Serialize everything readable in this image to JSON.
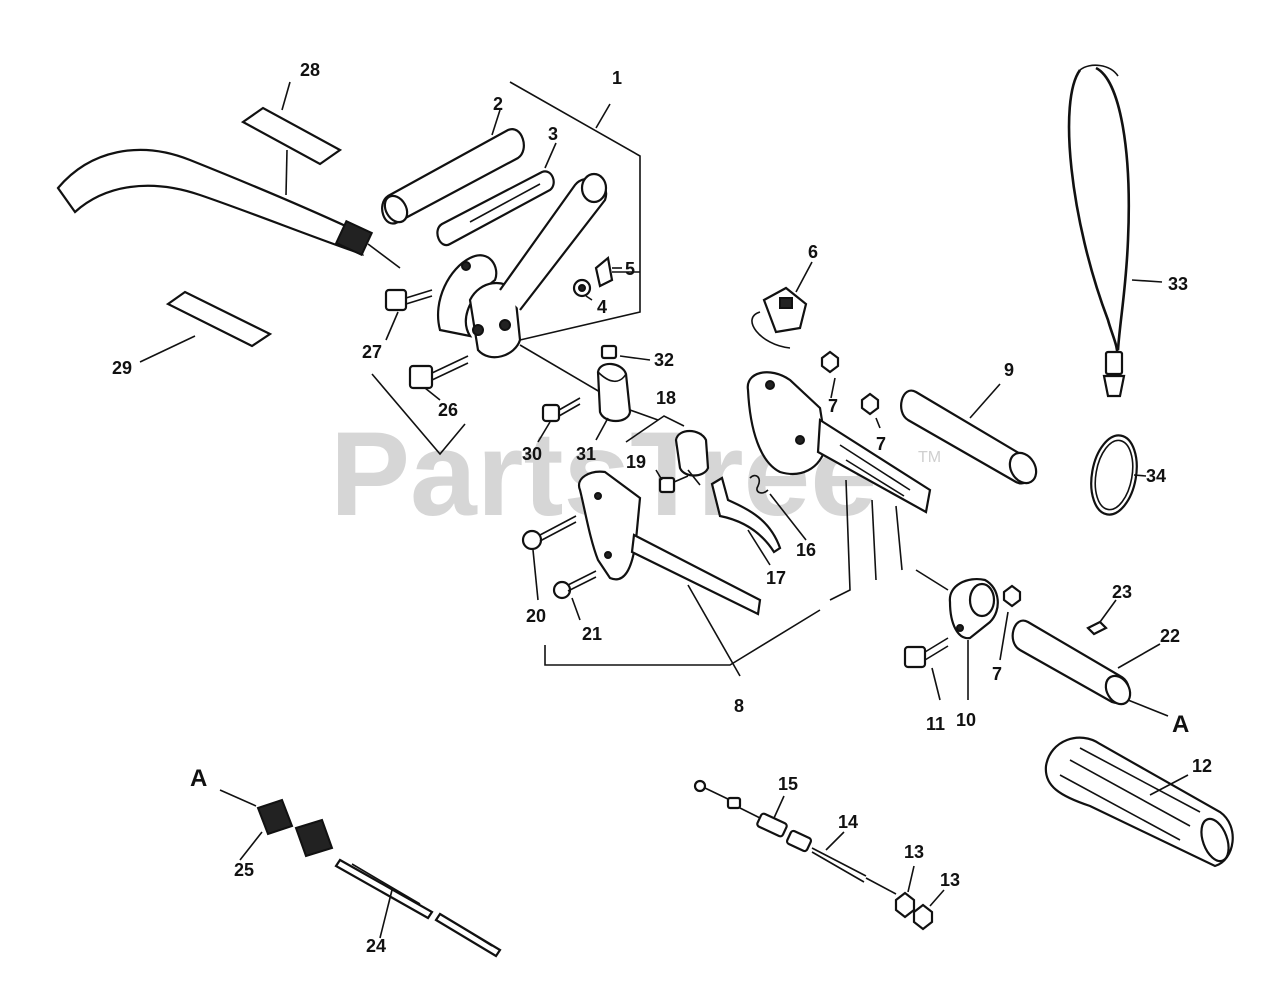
{
  "watermark": {
    "text": "PartsTree",
    "tm": "TM"
  },
  "callouts": {
    "a1": "A",
    "a2": "A"
  },
  "parts": {
    "p1": "1",
    "p2": "2",
    "p3": "3",
    "p4": "4",
    "p5": "5",
    "p6": "6",
    "p7a": "7",
    "p7b": "7",
    "p7c": "7",
    "p8": "8",
    "p9": "9",
    "p10": "10",
    "p11": "11",
    "p12": "12",
    "p13a": "13",
    "p13b": "13",
    "p14": "14",
    "p15": "15",
    "p16": "16",
    "p17": "17",
    "p18": "18",
    "p19": "19",
    "p20": "20",
    "p21": "21",
    "p22": "22",
    "p23": "23",
    "p24": "24",
    "p25": "25",
    "p26": "26",
    "p27": "27",
    "p28": "28",
    "p29": "29",
    "p30": "30",
    "p31": "31",
    "p32": "32",
    "p33": "33",
    "p34": "34"
  }
}
